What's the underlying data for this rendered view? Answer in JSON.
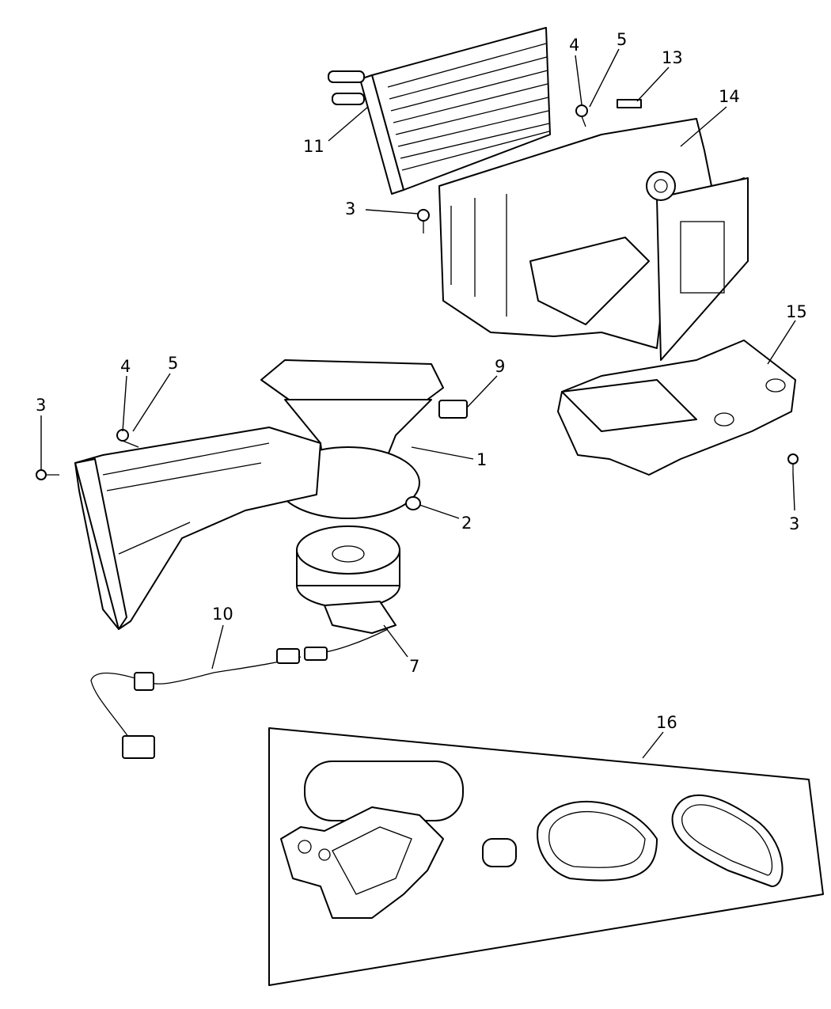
{
  "diagram": {
    "callouts": [
      {
        "id": "c4a",
        "label": "4"
      },
      {
        "id": "c5a",
        "label": "5"
      },
      {
        "id": "c13",
        "label": "13"
      },
      {
        "id": "c14",
        "label": "14"
      },
      {
        "id": "c11",
        "label": "11"
      },
      {
        "id": "c3a",
        "label": "3"
      },
      {
        "id": "c15",
        "label": "15"
      },
      {
        "id": "c4b",
        "label": "4"
      },
      {
        "id": "c5b",
        "label": "5"
      },
      {
        "id": "c3b",
        "label": "3"
      },
      {
        "id": "c9",
        "label": "9"
      },
      {
        "id": "c1",
        "label": "1"
      },
      {
        "id": "c2",
        "label": "2"
      },
      {
        "id": "c3c",
        "label": "3"
      },
      {
        "id": "c10",
        "label": "10"
      },
      {
        "id": "c7",
        "label": "7"
      },
      {
        "id": "c16",
        "label": "16"
      }
    ]
  }
}
